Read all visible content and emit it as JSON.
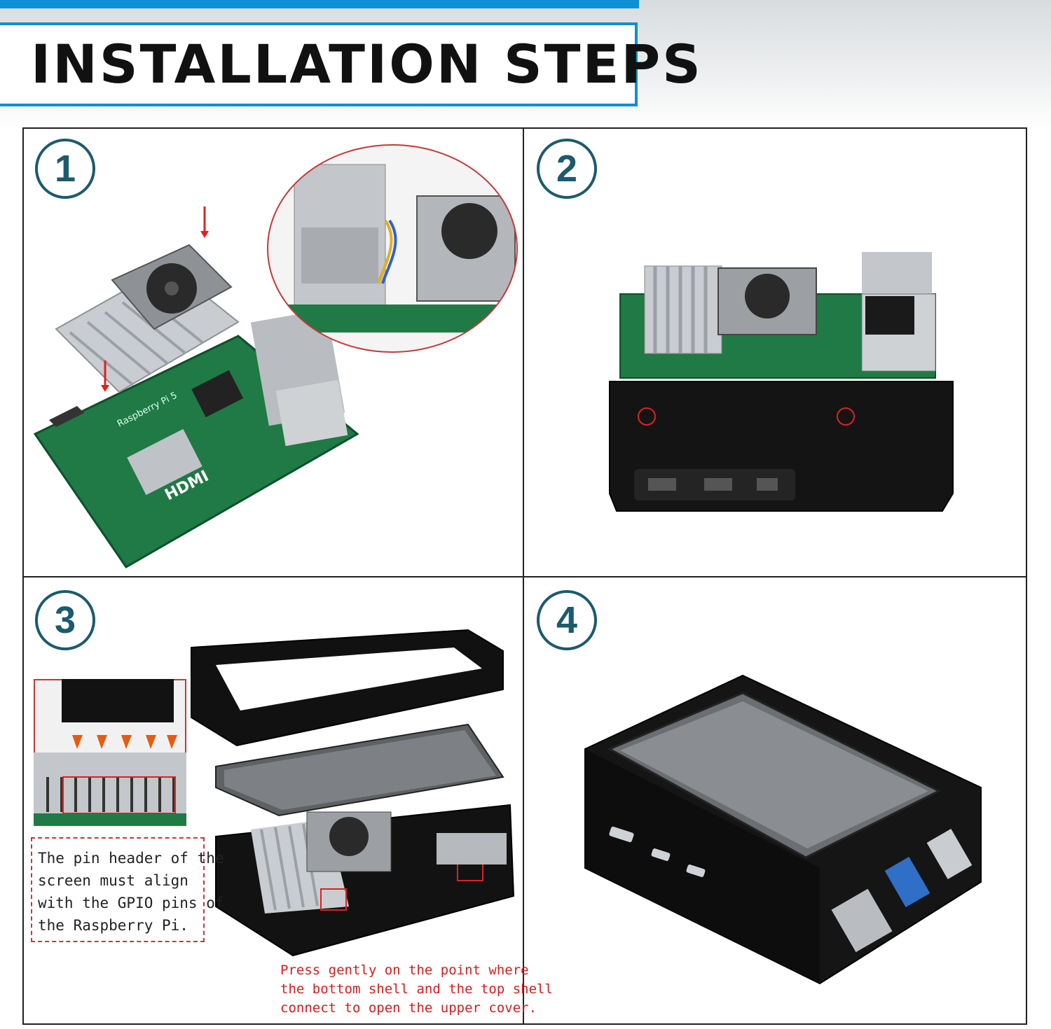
{
  "header": {
    "title": "INSTALLATION STEPS"
  },
  "steps": [
    {
      "number": "1"
    },
    {
      "number": "2"
    },
    {
      "number": "3"
    },
    {
      "number": "4"
    }
  ],
  "notes": {
    "pin_header": [
      "The pin header of the",
      "screen must align",
      "with the GPIO pins of",
      "the Raspberry Pi."
    ],
    "press_gently": [
      "Press gently on the point where",
      "the bottom shell and the top shell",
      "connect to open the upper cover."
    ]
  },
  "board_labels": {
    "hdmi": "HDMI",
    "brand": "Raspberry Pi 5"
  },
  "colors": {
    "accent": "#0e8fd6",
    "step_circle": "#1c5a6e",
    "pcb_green": "#1f7a45",
    "case_black": "#111111",
    "heatsink": "#c9ccd0",
    "warning_red": "#d21e1e"
  }
}
